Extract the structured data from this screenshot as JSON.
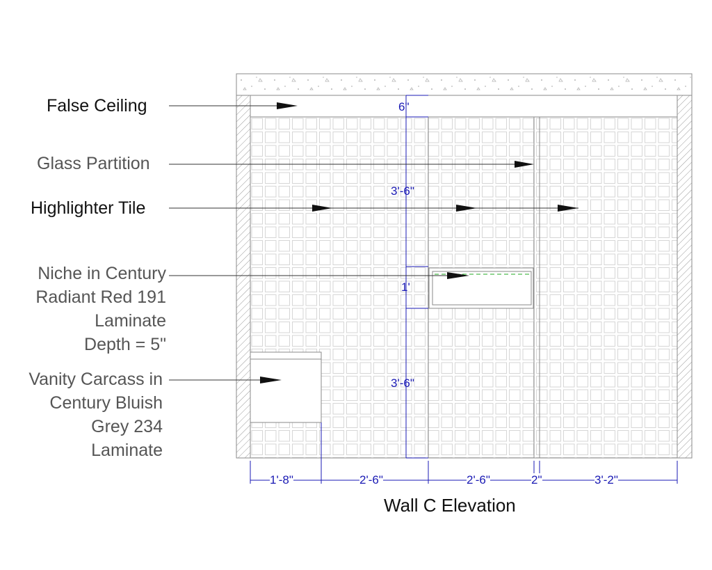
{
  "drawing": {
    "title": "Wall C Elevation",
    "colors": {
      "line": "#7a7a7a",
      "tile": "#dadada",
      "dimension": "#1a1ab4",
      "dark_text": "#111111",
      "grey_text": "#555555",
      "leader_line": "#22aa22"
    }
  },
  "callouts": {
    "false_ceiling": "False Ceiling",
    "glass_partition": "Glass Partition",
    "highlighter_tile": "Highlighter Tile",
    "niche": [
      "Niche in Century",
      "Radiant Red 191",
      "Laminate",
      "Depth = 5\""
    ],
    "vanity": [
      "Vanity Carcass in",
      "Century Bluish",
      "Grey 234",
      "Laminate"
    ]
  },
  "dimensions": {
    "vertical": {
      "ceiling": "6\"",
      "upper": "3'-6\"",
      "niche": "1'",
      "lower": "3'-6\""
    },
    "horizontal": [
      "1'-8\"",
      "2'-6\"",
      "2'-6\"",
      "2\"",
      "3'-2\""
    ]
  }
}
